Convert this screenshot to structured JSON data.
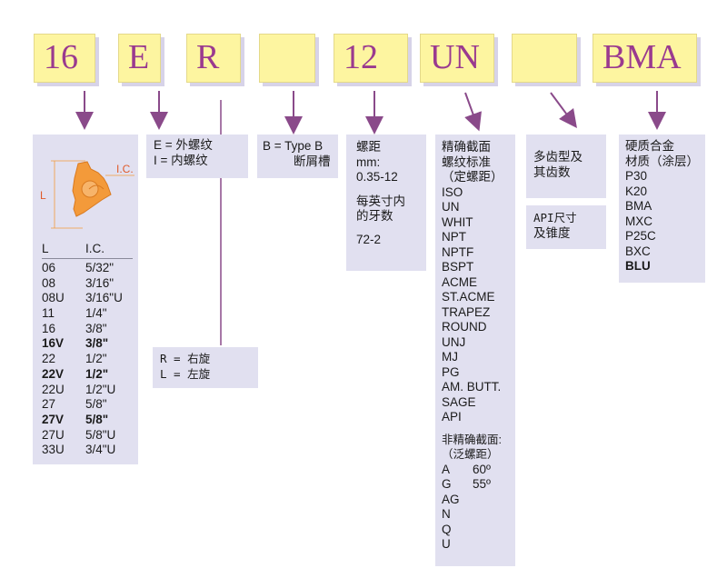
{
  "codes": [
    "16",
    "E",
    "R",
    "",
    "12",
    "UN",
    "",
    "BMA"
  ],
  "size_box": {
    "ic_label": "I.C.",
    "l_label": "L",
    "col_l": "L",
    "col_ic": "I.C.",
    "rows": [
      {
        "l": "06",
        "ic": "5/32\"",
        "bold": false
      },
      {
        "l": "08",
        "ic": "3/16\"",
        "bold": false
      },
      {
        "l": "08U",
        "ic": "3/16\"U",
        "bold": false
      },
      {
        "l": "11",
        "ic": "1/4\"",
        "bold": false
      },
      {
        "l": "16",
        "ic": "3/8\"",
        "bold": false
      },
      {
        "l": "16V",
        "ic": "3/8\"",
        "bold": true
      },
      {
        "l": "22",
        "ic": "1/2\"",
        "bold": false
      },
      {
        "l": "22V",
        "ic": "1/2\"",
        "bold": true
      },
      {
        "l": "22U",
        "ic": "1/2\"U",
        "bold": false
      },
      {
        "l": "27",
        "ic": "5/8\"",
        "bold": false
      },
      {
        "l": "27V",
        "ic": "5/8\"",
        "bold": true
      },
      {
        "l": "27U",
        "ic": "5/8\"U",
        "bold": false
      },
      {
        "l": "33U",
        "ic": "3/4\"U",
        "bold": false
      }
    ]
  },
  "thread_dir": {
    "line1": "E = 外螺纹",
    "line2": "I  = 内螺纹"
  },
  "hand": {
    "line1": "R = 右旋",
    "line2": "L = 左旋"
  },
  "type_b": {
    "line1": "B = Type B",
    "line2": "断屑槽"
  },
  "pitch": {
    "line1": "螺距",
    "line2": "mm:",
    "line3": "0.35-12",
    "line4": "每英寸内",
    "line5": "的牙数",
    "line6": "72-2"
  },
  "profile": {
    "head1": "精确截面",
    "head2": "螺纹标准",
    "head3": "（定螺距）",
    "items": [
      "ISO",
      "UN",
      "WHIT",
      "NPT",
      "NPTF",
      "BSPT",
      "ACME",
      "ST.ACME",
      "TRAPEZ",
      "ROUND",
      "UNJ",
      "MJ",
      "PG",
      "AM. BUTT.",
      "SAGE",
      "API"
    ],
    "partial_head1": "非精确截面:",
    "partial_head2": "（泛螺距）",
    "partial_items": [
      {
        "code": "A",
        "angle": "60º"
      },
      {
        "code": "G",
        "angle": "55º"
      },
      {
        "code": "AG",
        "angle": ""
      },
      {
        "code": "N",
        "angle": ""
      },
      {
        "code": "Q",
        "angle": ""
      },
      {
        "code": "U",
        "angle": ""
      }
    ]
  },
  "multi_tooth": {
    "line1": "多齿型及",
    "line2": "其齿数"
  },
  "api_box": {
    "line1": "API尺寸",
    "line2": "及锥度"
  },
  "grade": {
    "head1": "硬质合金",
    "head2": "材质（涂层）",
    "items": [
      "P30",
      "K20",
      "BMA",
      "MXC",
      "P25C",
      "BXC"
    ],
    "last": "BLU"
  },
  "colors": {
    "code_bg": "#fdf5a0",
    "code_text": "#9a3a8f",
    "box_bg": "#e1e0f0",
    "arrow": "#8a4a8a",
    "insert": "#f39a3a"
  }
}
